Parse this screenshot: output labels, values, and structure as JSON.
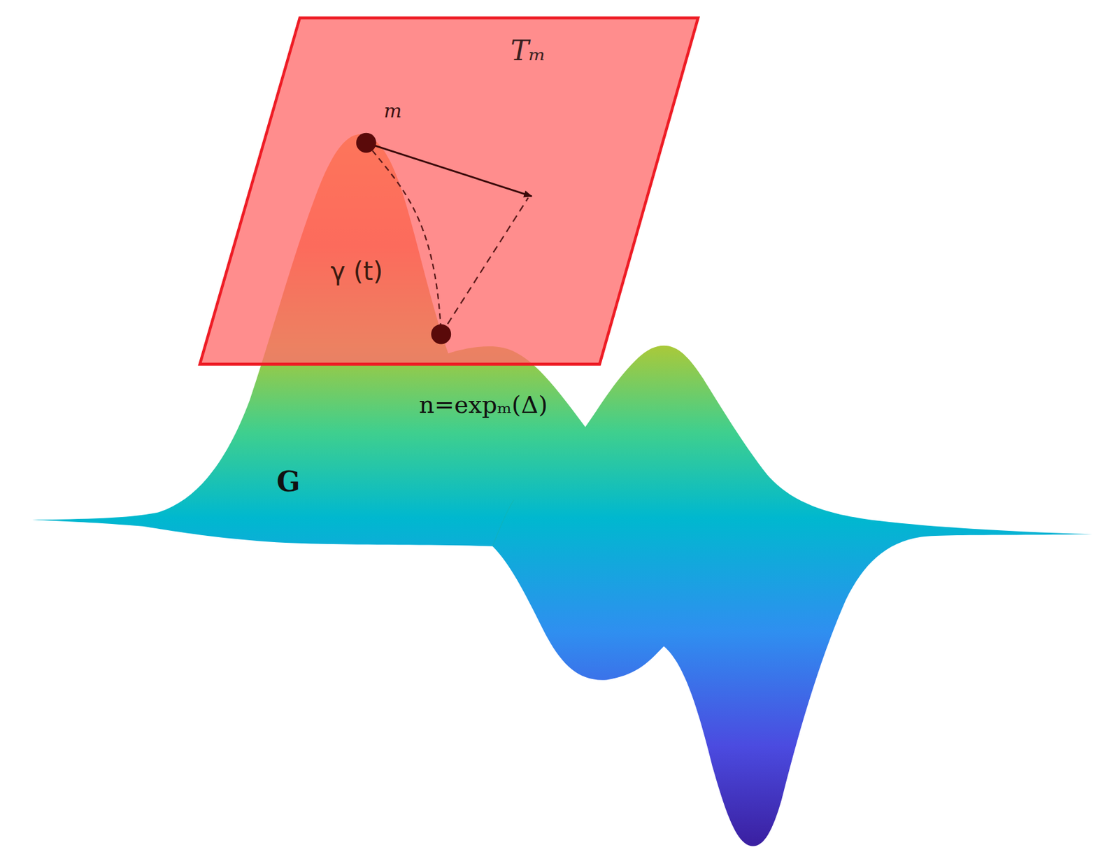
{
  "diagram": {
    "labels": [
      "Tₘ",
      "m",
      "γ (t)",
      "n=expₘ(Δ)",
      "G"
    ]
  }
}
